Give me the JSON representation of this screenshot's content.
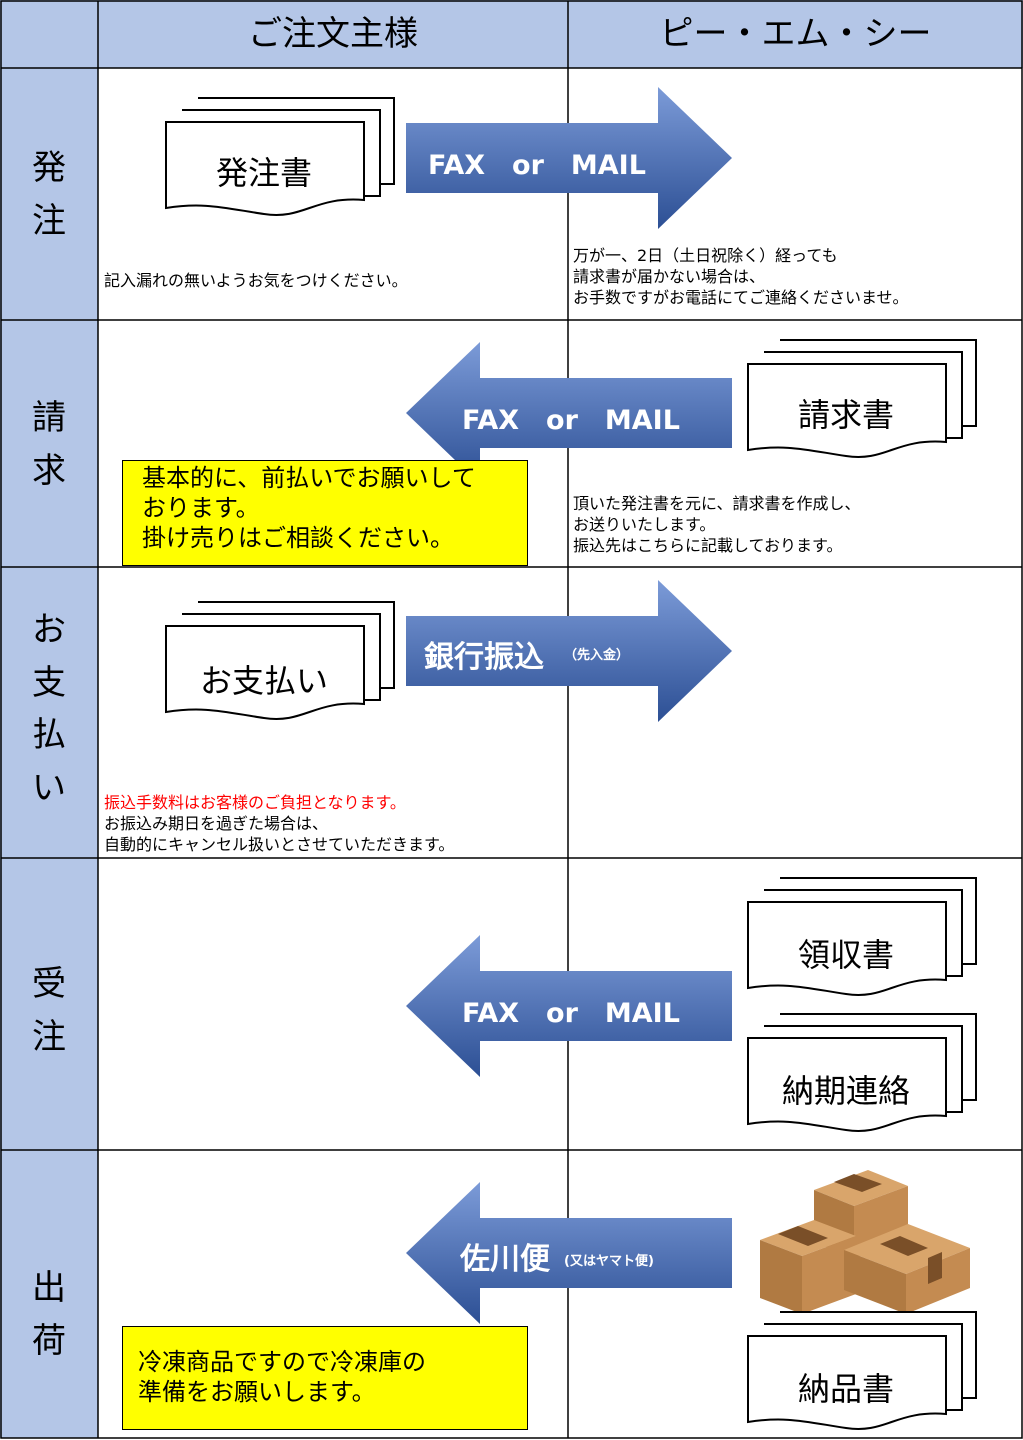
{
  "header": {
    "customer": "ご注文主様",
    "company": "ピー・エム・シー"
  },
  "steps": [
    {
      "label": "発\n注",
      "doc": "発注書",
      "arrow": "FAX　or　MAIL",
      "customer_note": "記入漏れの無いようお気をつけください。",
      "company_note": "万が一、2日（土日祝除く）経っても\n請求書が届かない場合は、\nお手数ですがお電話にてご連絡くださいませ。"
    },
    {
      "label": "請\n求",
      "doc": "請求書",
      "arrow": "FAX　or　MAIL",
      "customer_note": "基本的に、前払いでお願いして\nおります。\n掛け売りはご相談ください。",
      "company_note": "頂いた発注書を元に、請求書を作成し、\nお送りいたします。\n振込先はこちらに記載しております。"
    },
    {
      "label": "お\n支\n払\nい",
      "doc": "お支払い",
      "arrow": "銀行振込",
      "arrow_small": "（先入金）",
      "customer_note_red": "振込手数料はお客様のご負担となります。",
      "customer_note": "お振込み期日を過ぎた場合は、\n自動的にキャンセル扱いとさせていただきます。"
    },
    {
      "label": "受\n注",
      "doc_a": "領収書",
      "doc_b": "納期連絡",
      "arrow": "FAX　or　MAIL"
    },
    {
      "label": "出\n荷",
      "doc": "納品書",
      "arrow": "佐川便",
      "arrow_small": "(又はヤマト便)",
      "customer_note": "冷凍商品ですので冷凍庫の\n準備をお願いします。"
    }
  ],
  "colors": {
    "header_bg": "#b4c6e7",
    "label_bg": "#b4c6e7",
    "arrow_light": "#6f8fd0",
    "arrow_dark": "#2d5296",
    "note_bg": "#ffff00",
    "warning_text": "#ff0000",
    "box_face": "#c8955c",
    "box_tape": "#7a4f28"
  },
  "icons": {
    "document": "stacked-document-icon",
    "boxes": "cardboard-boxes-icon"
  }
}
